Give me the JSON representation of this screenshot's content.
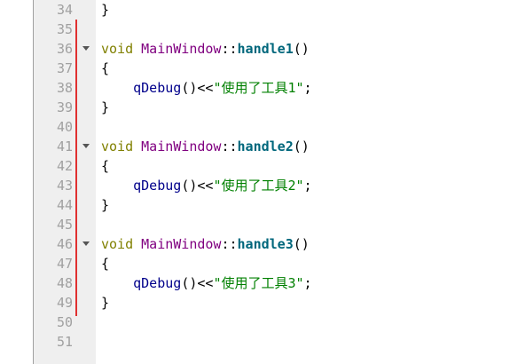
{
  "editor": {
    "lines": [
      {
        "num": "34",
        "fold": false,
        "parts": [
          {
            "t": "}",
            "c": "op"
          }
        ]
      },
      {
        "num": "35",
        "fold": false,
        "parts": []
      },
      {
        "num": "36",
        "fold": true,
        "parts": [
          {
            "t": "void",
            "c": "kw"
          },
          {
            "t": " ",
            "c": "op"
          },
          {
            "t": "MainWindow",
            "c": "cls"
          },
          {
            "t": "::",
            "c": "op"
          },
          {
            "t": "handle1",
            "c": "fn"
          },
          {
            "t": "()",
            "c": "op"
          }
        ]
      },
      {
        "num": "37",
        "fold": false,
        "parts": [
          {
            "t": "{",
            "c": "op"
          }
        ]
      },
      {
        "num": "38",
        "fold": false,
        "parts": [
          {
            "t": "    qDebug",
            "c": "call"
          },
          {
            "t": "()<<",
            "c": "op"
          },
          {
            "t": "\"使用了工具1\"",
            "c": "str"
          },
          {
            "t": ";",
            "c": "op"
          }
        ]
      },
      {
        "num": "39",
        "fold": false,
        "parts": [
          {
            "t": "}",
            "c": "op"
          }
        ]
      },
      {
        "num": "40",
        "fold": false,
        "parts": []
      },
      {
        "num": "41",
        "fold": true,
        "parts": [
          {
            "t": "void",
            "c": "kw"
          },
          {
            "t": " ",
            "c": "op"
          },
          {
            "t": "MainWindow",
            "c": "cls"
          },
          {
            "t": "::",
            "c": "op"
          },
          {
            "t": "handle2",
            "c": "fn"
          },
          {
            "t": "()",
            "c": "op"
          }
        ]
      },
      {
        "num": "42",
        "fold": false,
        "parts": [
          {
            "t": "{",
            "c": "op"
          }
        ]
      },
      {
        "num": "43",
        "fold": false,
        "parts": [
          {
            "t": "    qDebug",
            "c": "call"
          },
          {
            "t": "()<<",
            "c": "op"
          },
          {
            "t": "\"使用了工具2\"",
            "c": "str"
          },
          {
            "t": ";",
            "c": "op"
          }
        ]
      },
      {
        "num": "44",
        "fold": false,
        "parts": [
          {
            "t": "}",
            "c": "op"
          }
        ]
      },
      {
        "num": "45",
        "fold": false,
        "parts": []
      },
      {
        "num": "46",
        "fold": true,
        "parts": [
          {
            "t": "void",
            "c": "kw"
          },
          {
            "t": " ",
            "c": "op"
          },
          {
            "t": "MainWindow",
            "c": "cls"
          },
          {
            "t": "::",
            "c": "op"
          },
          {
            "t": "handle3",
            "c": "fn"
          },
          {
            "t": "()",
            "c": "op"
          }
        ]
      },
      {
        "num": "47",
        "fold": false,
        "parts": [
          {
            "t": "{",
            "c": "op"
          }
        ]
      },
      {
        "num": "48",
        "fold": false,
        "parts": [
          {
            "t": "    qDebug",
            "c": "call"
          },
          {
            "t": "()<<",
            "c": "op"
          },
          {
            "t": "\"使用了工具3\"",
            "c": "str"
          },
          {
            "t": ";",
            "c": "op"
          }
        ]
      },
      {
        "num": "49",
        "fold": false,
        "parts": [
          {
            "t": "}",
            "c": "op"
          }
        ]
      },
      {
        "num": "50",
        "fold": false,
        "parts": []
      },
      {
        "num": "51",
        "fold": false,
        "parts": []
      }
    ],
    "colors": {
      "gutter_bg": "#efefef",
      "line_number": "#a0a0a0",
      "modified_marker": "#e03030",
      "keyword": "#808000",
      "class": "#800080",
      "function": "#00677c",
      "call": "#00008b",
      "string": "#008000"
    }
  }
}
